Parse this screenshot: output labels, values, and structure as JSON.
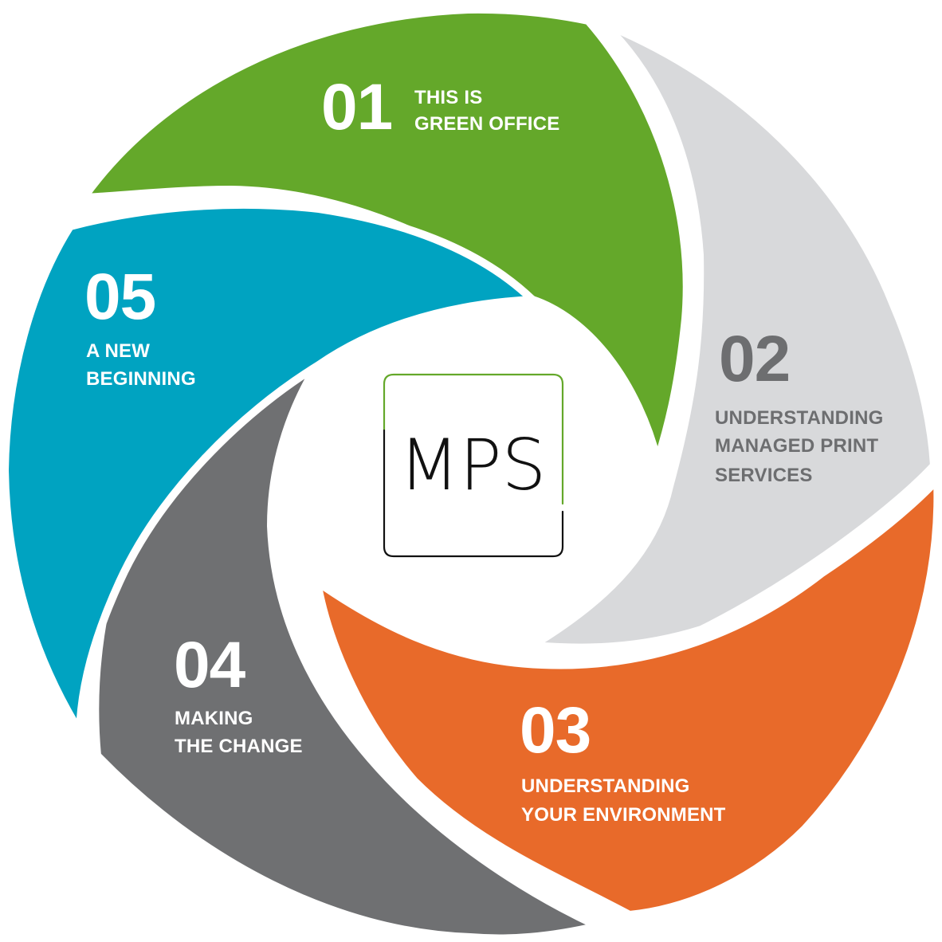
{
  "segments": [
    {
      "number": "01",
      "label_lines": [
        "THIS IS",
        "GREEN OFFICE"
      ],
      "color": "#64a82a",
      "text_color": "#ffffff"
    },
    {
      "number": "02",
      "label_lines": [
        "UNDERSTANDING",
        "MANAGED PRINT",
        "SERVICES"
      ],
      "color": "#d8d9db",
      "text_color": "#6d6e70"
    },
    {
      "number": "03",
      "label_lines": [
        "UNDERSTANDING",
        "YOUR ENVIRONMENT"
      ],
      "color": "#e86a2a",
      "text_color": "#ffffff"
    },
    {
      "number": "04",
      "label_lines": [
        "MAKING",
        "THE CHANGE"
      ],
      "color": "#6f7072",
      "text_color": "#ffffff"
    },
    {
      "number": "05",
      "label_lines": [
        "A NEW",
        "BEGINNING"
      ],
      "color": "#00a3c1",
      "text_color": "#ffffff"
    }
  ],
  "logo": {
    "text": "MPS",
    "accent_color": "#64a82a",
    "frame_color": "#111111"
  }
}
